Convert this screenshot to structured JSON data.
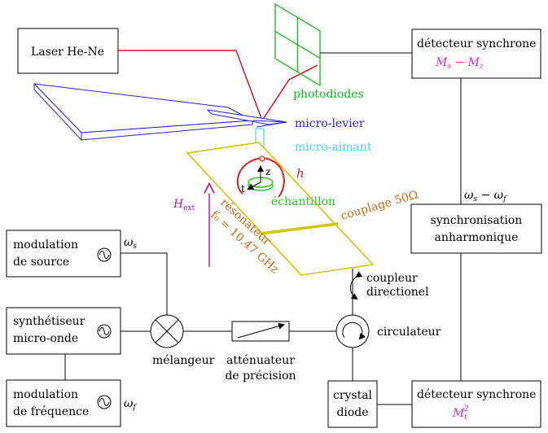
{
  "colors": {
    "laser_beam": "#e8101f",
    "photodiodes": "#10b81a",
    "cantilever": "#2222dd",
    "magnet": "#3fd8e8",
    "field_h": "#e01f1f",
    "sample": "#2ec52e",
    "resonator": "#d4c300",
    "resonator_text": "#c86a12",
    "h_ext": "#b01fb0",
    "magenta_text": "#dd22dd"
  },
  "boxes": {
    "laser": "Laser He-Ne",
    "det_sync_top": {
      "line1": "détecteur synchrone",
      "line2": "M_s − M_z"
    },
    "sync_anharm": {
      "line1": "synchronisation",
      "line2": "anharmonique"
    },
    "mod_source": {
      "line1": "modulation",
      "line2": "de source"
    },
    "synth": {
      "line1": "synthétiseur",
      "line2": "micro-onde"
    },
    "mod_freq": {
      "line1": "modulation",
      "line2": "de fréquence"
    },
    "crystal": {
      "line1": "crystal",
      "line2": "diode"
    },
    "det_sync_bottom": {
      "line1": "détecteur synchrone",
      "line2": "M_t^2"
    }
  },
  "labels": {
    "photodiodes": "photodiodes",
    "micro_levier": "micro-levier",
    "micro_aimant": "micro-aimant",
    "h_field": "h",
    "z_axis": "z",
    "t_axis": "t",
    "echantillon": "échantillon",
    "couplage": "couplage 50Ω",
    "h_ext": "H",
    "h_ext_sub": "ext",
    "resonateur_1": "résonateur",
    "resonateur_2": "f₀ = 10.47 GHz",
    "omega_s_minus_f": "ω_s − ω_f",
    "omega_s": "ω",
    "omega_s_sub": "s",
    "omega_f": "ω",
    "omega_f_sub": "f",
    "coupleur_1": "coupleur",
    "coupleur_2": "directionel",
    "circulateur": "circulateur",
    "melangeur": "mélangeur",
    "attenuateur_1": "atténuateur",
    "attenuateur_2": "de précision"
  }
}
